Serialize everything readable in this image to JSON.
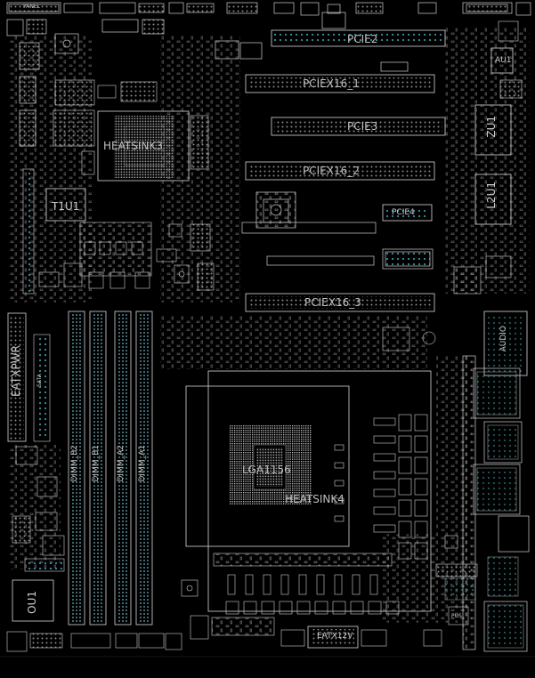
{
  "board": {
    "background": "#000000",
    "silkscreen_color": "#d8d8d8",
    "pin_color": "#3a8fa0"
  },
  "labels": {
    "panel": "PANEL",
    "pcie2": "PCIE2",
    "pcie_x16_1": "PCIEX16_1",
    "pcie3": "PCIE3",
    "pcie_x16_2": "PCIEX16_2",
    "pcie4": "PCIE4",
    "pcie_x16_3": "PCIEX16_3",
    "heatsink3": "HEATSINK3",
    "heatsink4": "HEATSINK4",
    "t1u1": "T1U1",
    "zu1": "ZU1",
    "l2u1": "L2U1",
    "au1": "AU1",
    "ou1": "OU1",
    "lga": "LGA1156",
    "eatx12v": "EATX12V",
    "eatxpwr": "EATXPWR",
    "audio": "AUDIO",
    "dimm_b2": "DIMM_B2",
    "dimm_b1": "DIMM_B1",
    "dimm_a2": "DIMM_A2",
    "dimm_a1": "DIMM_A1",
    "sata": "SATA",
    "pus": "PUS"
  }
}
